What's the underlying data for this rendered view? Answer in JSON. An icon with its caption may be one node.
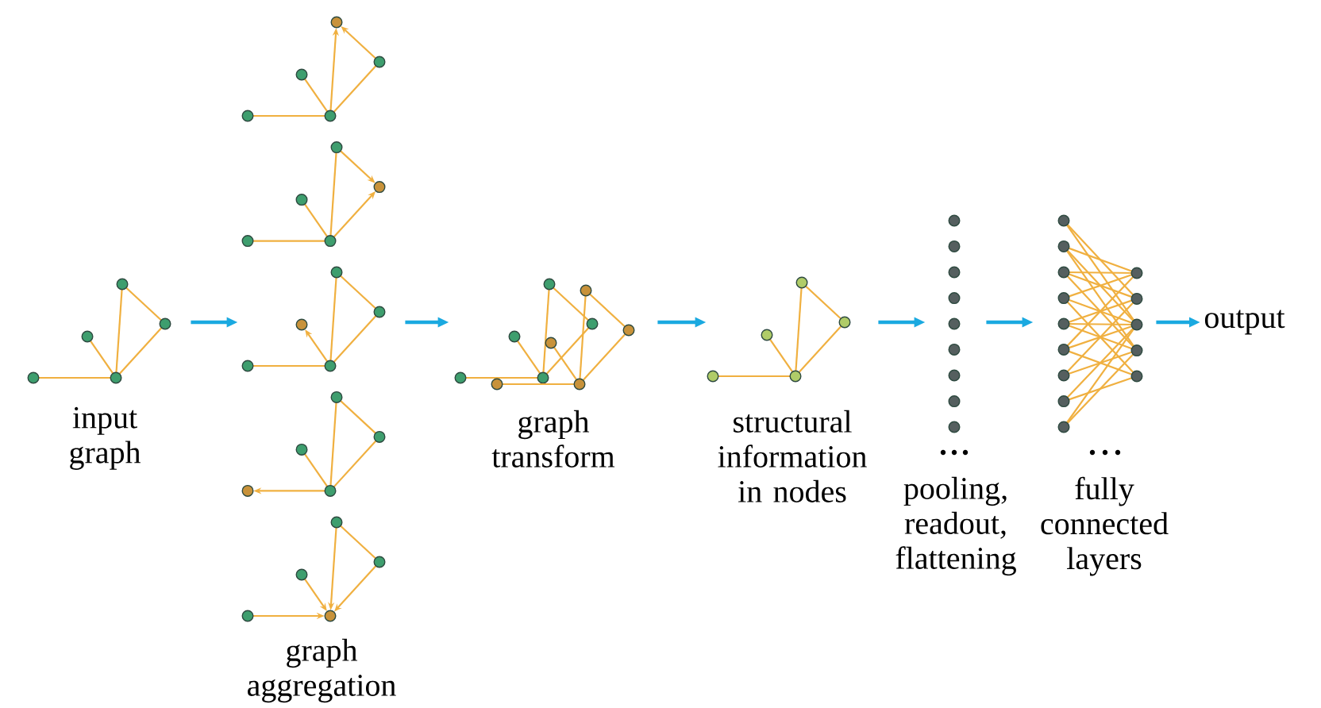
{
  "diagram": {
    "nodes": [
      {
        "text": [
          "input graph"
        ]
      },
      {
        "text": [
          "graph aggregation"
        ]
      },
      {
        "text": [
          "graph transform"
        ]
      },
      {
        "text": [
          "structural information in nodes"
        ]
      },
      {
        "text": [
          "pooling, readout, flattening"
        ]
      },
      {
        "text": [
          "fully connected layers"
        ]
      },
      {
        "text": [
          "output"
        ]
      }
    ],
    "edges": [
      {
        "from": 0,
        "to": 1,
        "arrow": "to"
      },
      {
        "from": 1,
        "to": 2,
        "arrow": "to"
      },
      {
        "from": 2,
        "to": 3,
        "arrow": "to"
      },
      {
        "from": 3,
        "to": 4,
        "arrow": "to"
      },
      {
        "from": 4,
        "to": 5,
        "arrow": "to"
      },
      {
        "from": 5,
        "to": 6,
        "arrow": "to"
      }
    ]
  }
}
